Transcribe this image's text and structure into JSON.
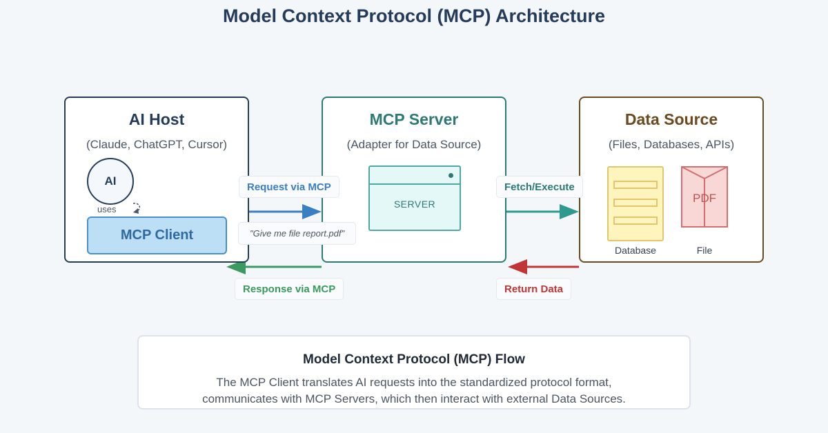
{
  "title": "Model Context Protocol (MCP) Architecture",
  "host": {
    "title": "AI Host",
    "subtitle": "(Claude, ChatGPT, Cursor)",
    "ai_label": "AI",
    "uses_label": "uses",
    "client_label": "MCP Client"
  },
  "server": {
    "title": "MCP Server",
    "subtitle": "(Adapter for Data Source)",
    "window_label": "SERVER"
  },
  "source": {
    "title": "Data Source",
    "subtitle": "(Files, Databases, APIs)",
    "database_caption": "Database",
    "file_caption": "File",
    "pdf_label": "PDF"
  },
  "arrows": {
    "request": "Request via MCP",
    "request_example": "\"Give me file report.pdf\"",
    "fetch": "Fetch/Execute",
    "response": "Response via MCP",
    "return": "Return Data"
  },
  "flow": {
    "title": "Model Context Protocol (MCP) Flow",
    "line1": "The MCP Client translates AI requests into the standardized protocol format,",
    "line2": "communicates with MCP Servers, which then interact with external Data Sources."
  },
  "colors": {
    "host": "#243b5a",
    "server": "#2c7a73",
    "source": "#6b4a1e",
    "request": "#3a7fc1",
    "fetch": "#2c9a8f",
    "response": "#3a9a5f",
    "return": "#c03535"
  }
}
